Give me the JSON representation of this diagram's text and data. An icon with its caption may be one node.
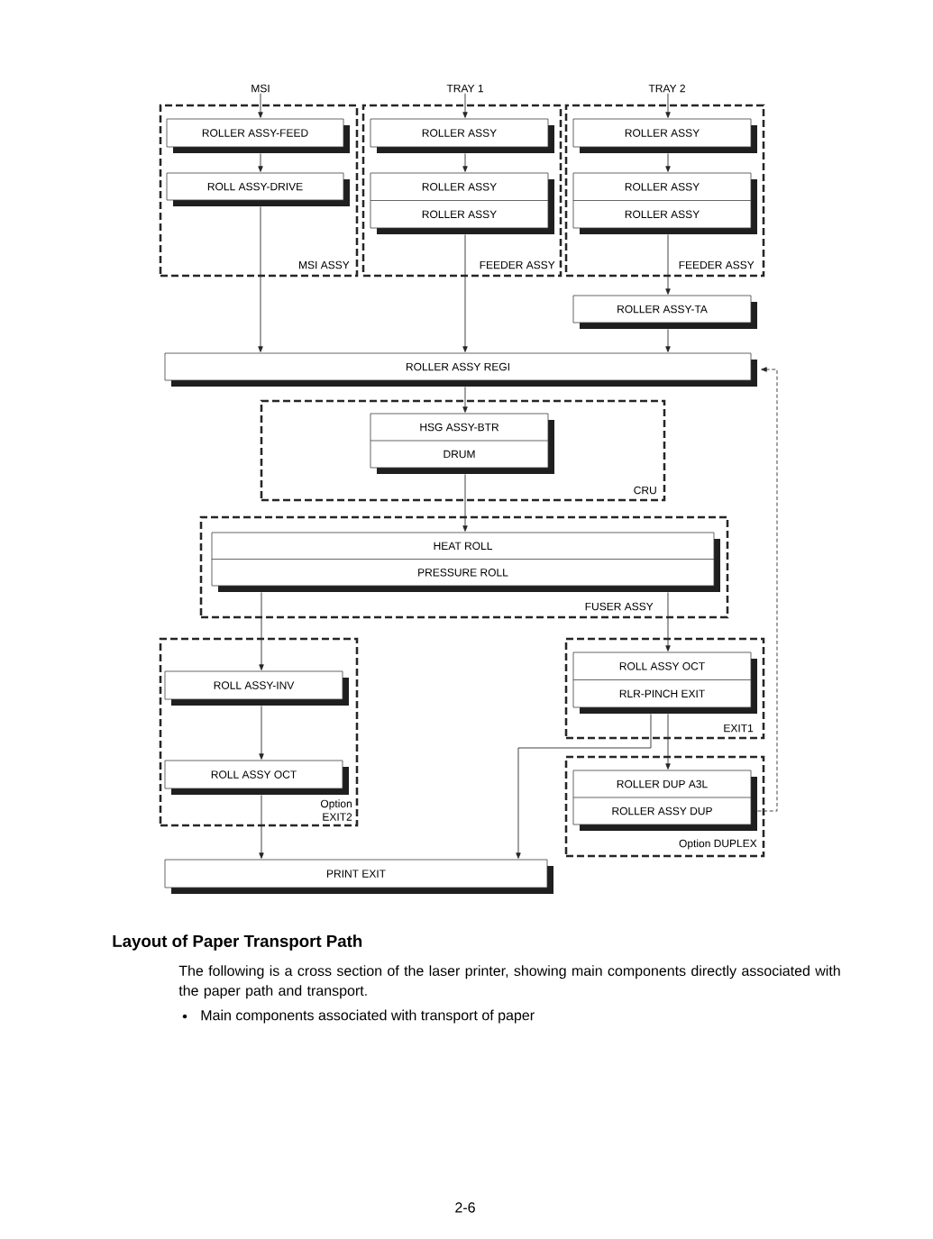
{
  "diagram": {
    "title": "Layout of Paper Transport Path",
    "nodes": [
      {
        "text": [
          "MSI"
        ]
      },
      {
        "text": [
          "TRAY 1"
        ]
      },
      {
        "text": [
          "TRAY 2"
        ]
      },
      {
        "text": [
          "MSI ASSY"
        ]
      },
      {
        "text": [
          "ROLLER ASSY-FEED"
        ],
        "in": 3
      },
      {
        "text": [
          "ROLL ASSY-DRIVE"
        ],
        "in": 3
      },
      {
        "text": [
          "FEEDER ASSY"
        ]
      },
      {
        "text": [
          "ROLLER ASSY"
        ],
        "in": 6
      },
      {
        "text": [
          "ROLLER ASSY",
          "ROLLER ASSY"
        ],
        "in": 6
      },
      {
        "text": [
          "FEEDER ASSY"
        ]
      },
      {
        "text": [
          "ROLLER ASSY"
        ],
        "in": 9
      },
      {
        "text": [
          "ROLLER ASSY",
          "ROLLER ASSY"
        ],
        "in": 9
      },
      {
        "text": [
          "ROLLER ASSY-TA"
        ]
      },
      {
        "text": [
          "ROLLER ASSY REGI"
        ]
      },
      {
        "text": [
          "CRU"
        ]
      },
      {
        "text": [
          "HSG ASSY-BTR",
          "DRUM"
        ],
        "in": 14
      },
      {
        "text": [
          "FUSER ASSY"
        ]
      },
      {
        "text": [
          "HEAT ROLL",
          "PRESSURE ROLL"
        ],
        "in": 16
      },
      {
        "text": [
          "Option EXIT2"
        ]
      },
      {
        "text": [
          "ROLL ASSY-INV"
        ],
        "in": 18
      },
      {
        "text": [
          "ROLL ASSY OCT"
        ],
        "in": 18
      },
      {
        "text": [
          "EXIT1"
        ]
      },
      {
        "text": [
          "ROLL ASSY OCT",
          "RLR-PINCH EXIT"
        ],
        "in": 21
      },
      {
        "text": [
          "Option DUPLEX"
        ]
      },
      {
        "text": [
          "ROLLER DUP A3L",
          "ROLLER ASSY DUP"
        ],
        "in": 23
      },
      {
        "text": [
          "PRINT EXIT"
        ]
      }
    ],
    "edges": [
      {
        "from": 0,
        "to": 4,
        "arrow": "to"
      },
      {
        "from": 4,
        "to": 5,
        "arrow": "to"
      },
      {
        "from": 5,
        "to": 13,
        "arrow": "to"
      },
      {
        "from": 1,
        "to": 7,
        "arrow": "to"
      },
      {
        "from": 7,
        "to": 8,
        "arrow": "to"
      },
      {
        "from": 8,
        "to": 13,
        "arrow": "to"
      },
      {
        "from": 2,
        "to": 10,
        "arrow": "to"
      },
      {
        "from": 10,
        "to": 11,
        "arrow": "to"
      },
      {
        "from": 11,
        "to": 12,
        "arrow": "to"
      },
      {
        "from": 12,
        "to": 13,
        "arrow": "to"
      },
      {
        "from": 13,
        "to": 15,
        "arrow": "to"
      },
      {
        "from": 15,
        "to": 17,
        "arrow": "to"
      },
      {
        "from": 17,
        "to": 19,
        "arrow": "to"
      },
      {
        "from": 19,
        "to": 20,
        "arrow": "to"
      },
      {
        "from": 20,
        "to": 25,
        "arrow": "to"
      },
      {
        "from": 17,
        "to": 22,
        "arrow": "to"
      },
      {
        "from": 22,
        "to": 24,
        "arrow": "to"
      },
      {
        "from": 22,
        "to": 25,
        "arrow": "to"
      },
      {
        "from": 24,
        "to": 13,
        "arrow": "to",
        "style": "dashed"
      }
    ],
    "labels": [
      "The following is a cross section of the laser printer, showing main components directly associated with the paper path and transport.",
      "Main components associated with transport of paper",
      "2-6"
    ]
  }
}
